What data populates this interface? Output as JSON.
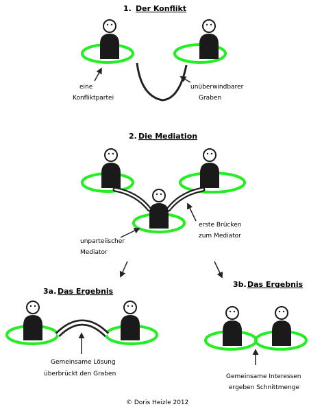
{
  "sections": {
    "conflict": {
      "number": "1.",
      "title": "Der Konflikt",
      "label_party_line1": "eine",
      "label_party_line2": "Konfliktpartei",
      "label_gap_line1": "unüberwindbarer",
      "label_gap_line2": "Graben"
    },
    "mediation": {
      "number": "2.",
      "title": "Die Mediation",
      "label_mediator_line1": "unparteiischer",
      "label_mediator_line2": "Mediator",
      "label_bridges_line1": "erste Brücken",
      "label_bridges_line2": "zum Mediator"
    },
    "result_a": {
      "number": "3a.",
      "title": "Das Ergebnis",
      "label_line1": "Gemeinsame Lösung",
      "label_line2": "überbrückt den Graben"
    },
    "result_b": {
      "number": "3b.",
      "title": "Das Ergebnis",
      "label_line1": "Gemeinsame Interessen",
      "label_line2": "ergeben Schnittmenge"
    }
  },
  "footer": {
    "copyright": "© Doris Heizle 2012"
  },
  "colors": {
    "ring": "#22ee22",
    "figure": "#1a1a1a",
    "line": "#222222"
  }
}
